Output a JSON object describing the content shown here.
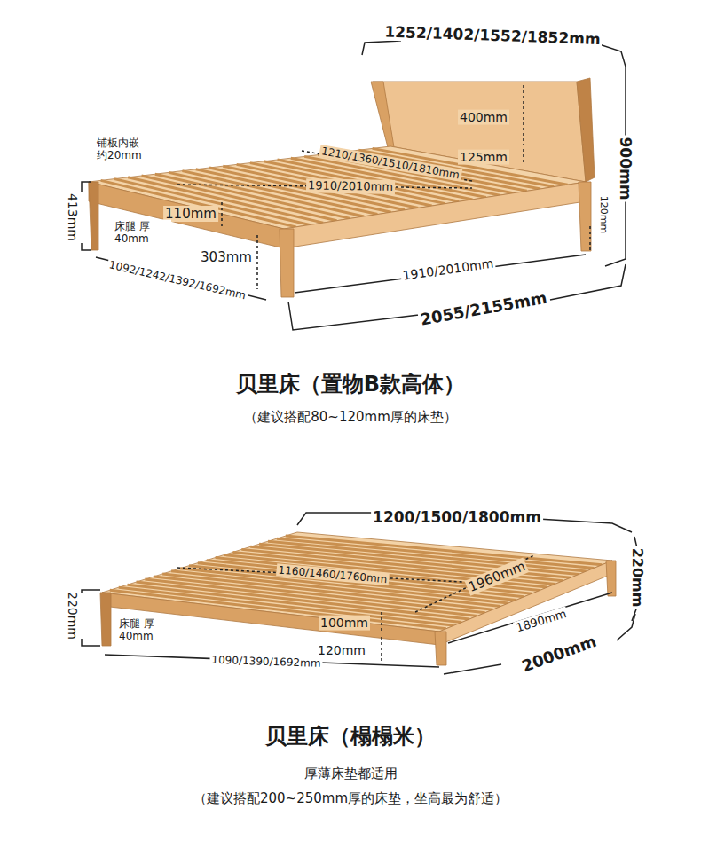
{
  "diagram": {
    "labels": [
      "1252/1402/1552/1852mm",
      "铺板内嵌 约20mm",
      "1210/1360/1510/1810mm",
      "400mm",
      "125mm",
      "900mm",
      "1910/2010mm",
      "413mm",
      "110mm",
      "床腿 厚40mm",
      "120mm",
      "303mm",
      "1092/1242/1392/1692mm",
      "1910/2010mm",
      "2055/2155mm",
      "贝里床（置物B款高体）",
      "（建议搭配80~120mm厚的床垫）",
      "1200/1500/1800mm",
      "220mm",
      "1160/1460/1760mm",
      "1960mm",
      "220mm",
      "100mm",
      "床腿 厚40mm",
      "120mm",
      "1890mm",
      "1090/1390/1692mm",
      "2000mm",
      "贝里床（榻榻米）",
      "厚薄床垫都适用",
      "（建议搭配200~250mm厚的床垫，坐高最为舒适）"
    ]
  }
}
